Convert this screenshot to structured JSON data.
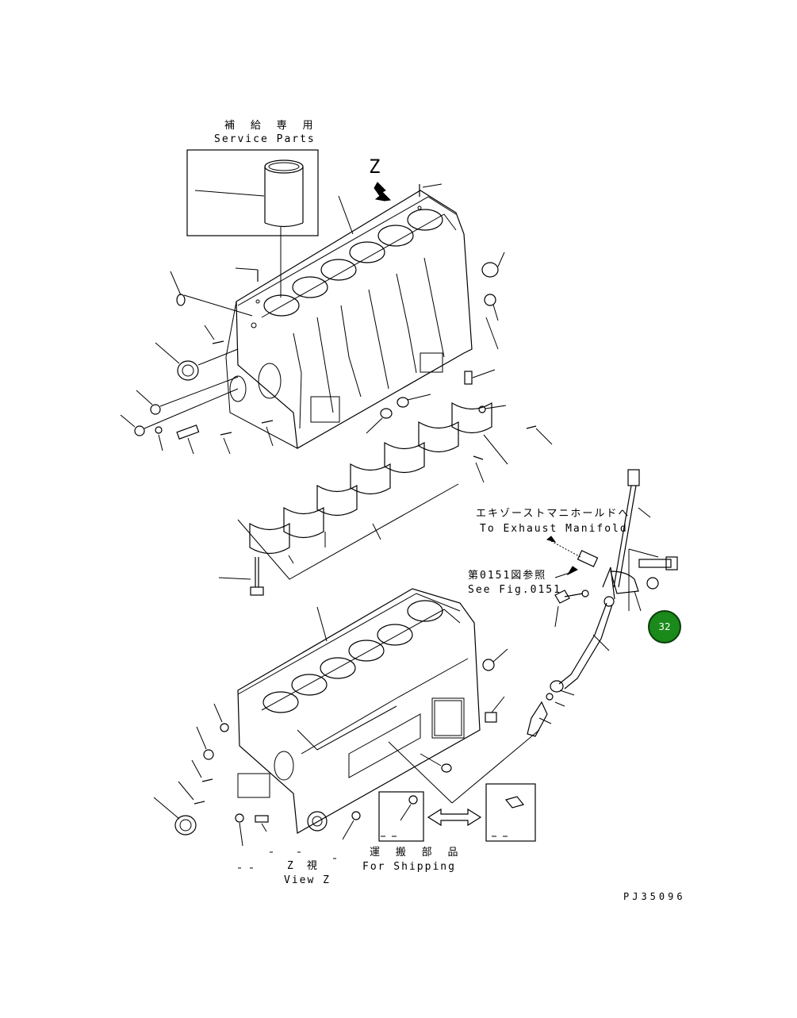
{
  "service_parts": {
    "jp": "補 給 専 用",
    "en": "Service Parts"
  },
  "view_letter": "Z",
  "exhaust": {
    "jp": "エキゾーストマニホールドへ",
    "en": "To Exhaust Manifold"
  },
  "see_fig": {
    "jp": "第0151図参照",
    "en": "See Fig.0151"
  },
  "view_z": {
    "jp": "Z　視",
    "en": "View Z"
  },
  "shipping": {
    "jp": "運 搬 部 品",
    "en": "For Shipping"
  },
  "drawing_code": "PJ35096",
  "callout": {
    "number": "32",
    "color": "#1a8a1a"
  }
}
